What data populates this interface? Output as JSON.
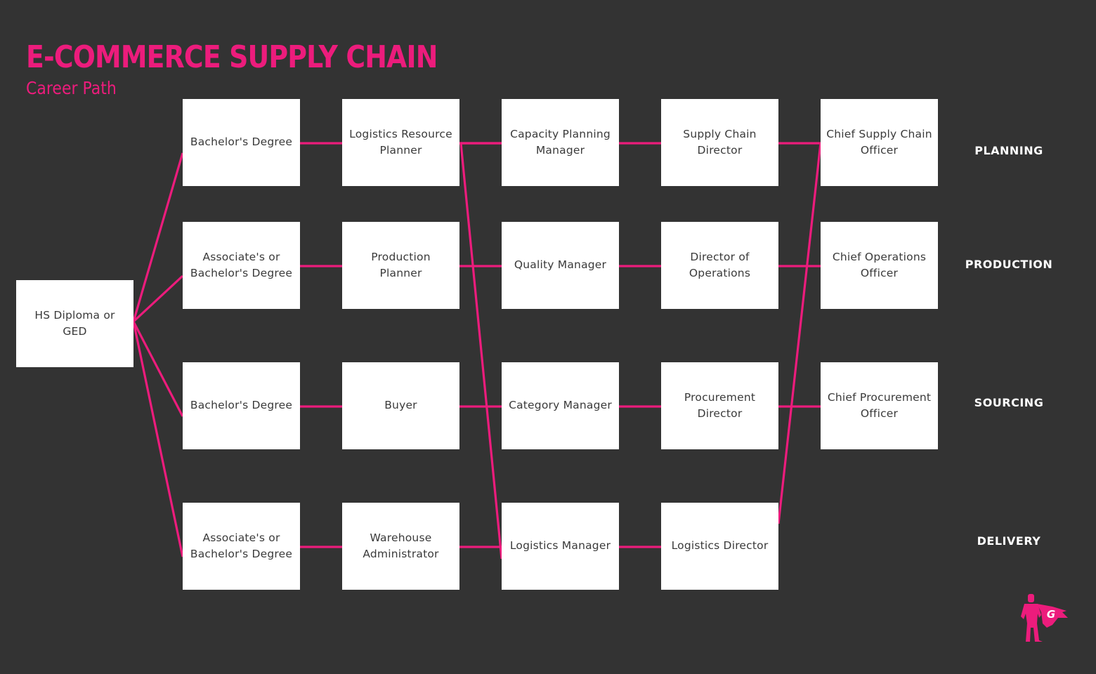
{
  "header": {
    "title": "E-COMMERCE SUPPLY CHAIN",
    "subtitle": "Career Path"
  },
  "colors": {
    "background": "#333333",
    "accent": "#ec1c7c",
    "box": "#ffffff",
    "box_text": "#3a3a3a",
    "lane_text": "#ffffff"
  },
  "start": {
    "lines": [
      "HS Diploma or",
      "GED"
    ]
  },
  "lanes": [
    {
      "label": "PLANNING",
      "education": {
        "lines": [
          "Bachelor's Degree"
        ]
      },
      "entry": {
        "lines": [
          "Logistics Resource",
          "Planner"
        ]
      },
      "manager": {
        "lines": [
          "Capacity Planning",
          "Manager"
        ]
      },
      "director": {
        "lines": [
          "Supply Chain",
          "Director"
        ]
      },
      "executive": {
        "lines": [
          "Chief Supply Chain",
          "Officer"
        ]
      }
    },
    {
      "label": "PRODUCTION",
      "education": {
        "lines": [
          "Associate's or",
          "Bachelor's Degree"
        ]
      },
      "entry": {
        "lines": [
          "Production",
          "Planner"
        ]
      },
      "manager": {
        "lines": [
          "Quality Manager"
        ]
      },
      "director": {
        "lines": [
          "Director of",
          "Operations"
        ]
      },
      "executive": {
        "lines": [
          "Chief Operations",
          "Officer"
        ]
      }
    },
    {
      "label": "SOURCING",
      "education": {
        "lines": [
          "Bachelor's Degree"
        ]
      },
      "entry": {
        "lines": [
          "Buyer"
        ]
      },
      "manager": {
        "lines": [
          "Category Manager"
        ]
      },
      "director": {
        "lines": [
          "Procurement",
          "Director"
        ]
      },
      "executive": {
        "lines": [
          "Chief Procurement",
          "Officer"
        ]
      }
    },
    {
      "label": "DELIVERY",
      "education": {
        "lines": [
          "Associate's or",
          "Bachelor's Degree"
        ]
      },
      "entry": {
        "lines": [
          "Warehouse",
          "Administrator"
        ]
      },
      "manager": {
        "lines": [
          "Logistics Manager"
        ]
      },
      "director": {
        "lines": [
          "Logistics Director"
        ]
      },
      "executive": null
    }
  ],
  "cross_links": [
    {
      "from": "Logistics Resource Planner",
      "to": "Logistics Manager"
    },
    {
      "from": "Logistics Director",
      "to": "Chief Supply Chain Officer"
    }
  ],
  "logo": {
    "icon": "superhero-g-logo-icon",
    "letter": "G"
  }
}
